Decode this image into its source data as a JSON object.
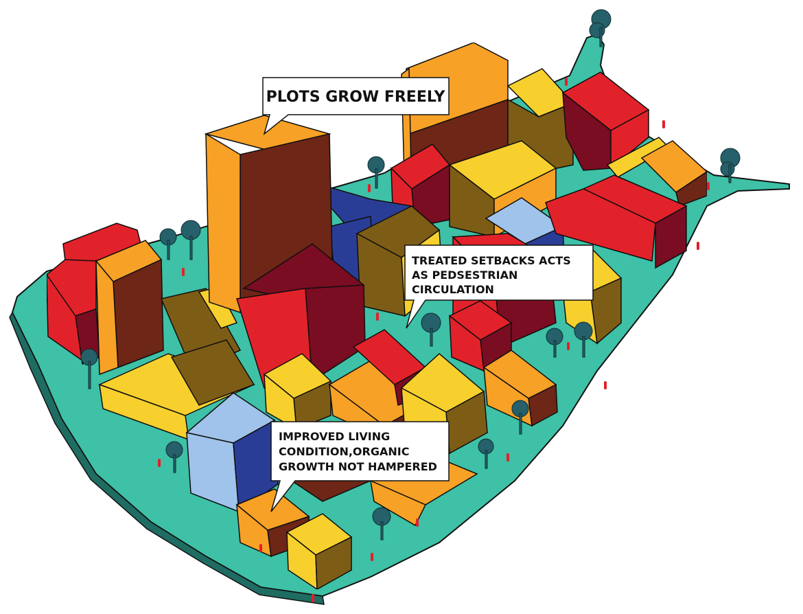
{
  "colors": {
    "ground": "#3ec1a6",
    "ground_dark": "#1f6c62",
    "red_top": "#e2202a",
    "red_side": "#7a1024",
    "orange_top": "#f7a128",
    "orange_side": "#6e2818",
    "yellow_top": "#f7d02e",
    "yellow_side": "#7d5d14",
    "blue_top": "#9fc3ea",
    "blue_side": "#2c3d96",
    "tree": "#26606a",
    "person": "#e2202a",
    "callout_bg": "#ffffff",
    "outline": "#111111"
  },
  "icons": [
    "tree-icon",
    "person-icon"
  ],
  "callouts": {
    "plots": {
      "lines": [
        "PLOTS GROW FREELY"
      ]
    },
    "setbacks": {
      "lines": [
        "TREATED SETBACKS ACTS",
        "AS PEDSESTRIAN",
        "CIRCULATION"
      ]
    },
    "living": {
      "lines": [
        "IMPROVED LIVING",
        "CONDITION,ORGANIC",
        "GROWTH NOT HAMPERED"
      ]
    }
  }
}
